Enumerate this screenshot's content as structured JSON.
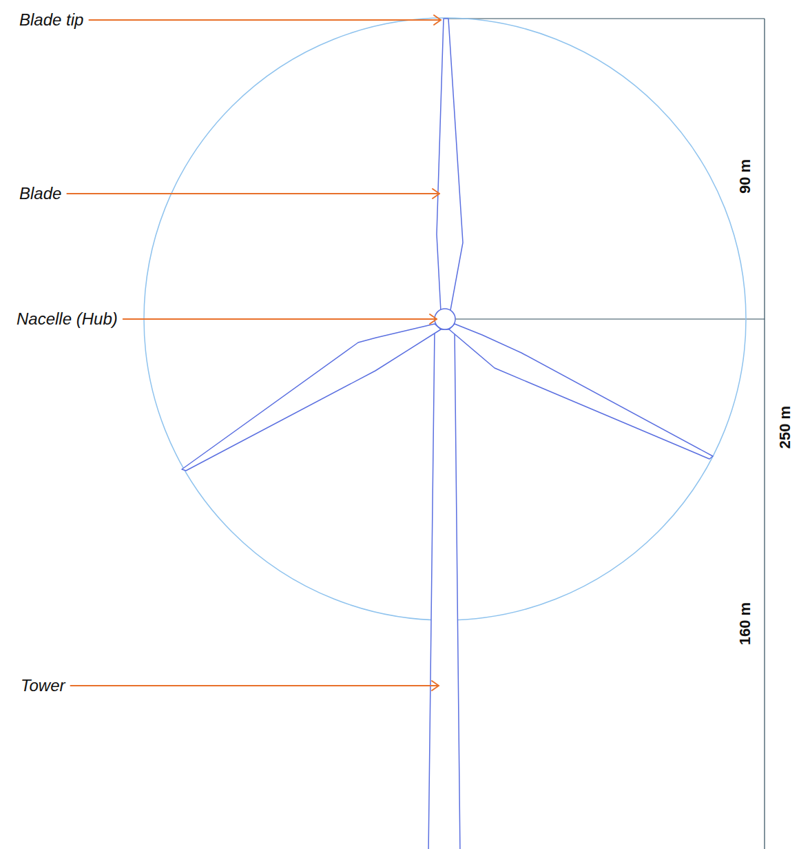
{
  "diagram": {
    "labels": [
      "Blade tip",
      "Blade",
      "Nacelle (Hub)",
      "Tower",
      "90 m",
      "250 m",
      "160 m"
    ]
  }
}
